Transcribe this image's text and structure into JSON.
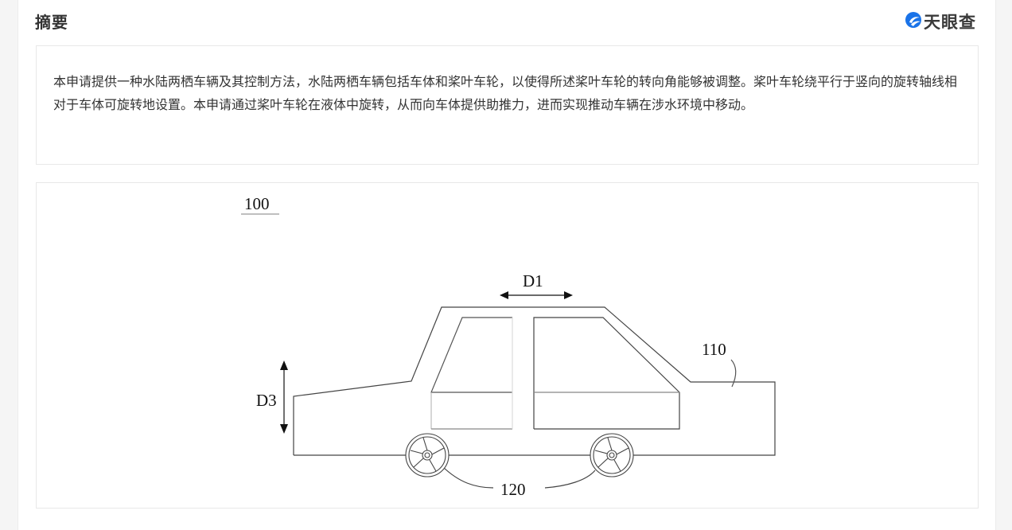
{
  "section": {
    "title": "摘要",
    "brand": {
      "name": "天眼查",
      "icon": "tianyancha-logo-icon",
      "color": "#1a73e8"
    }
  },
  "abstract": {
    "text": "本申请提供一种水陆两栖车辆及其控制方法，水陆两栖车辆包括车体和桨叶车轮，以使得所述桨叶车轮的转向角能够被调整。桨叶车轮绕平行于竖向的旋转轴线相对于车体可旋转地设置。本申请通过桨叶车轮在液体中旋转，从而向车体提供助推力，进而实现推动车辆在涉水环境中移动。"
  },
  "figure": {
    "labels": {
      "assembly": "100",
      "body": "110",
      "wheels": "120",
      "d1": "D1",
      "d3": "D3"
    }
  }
}
